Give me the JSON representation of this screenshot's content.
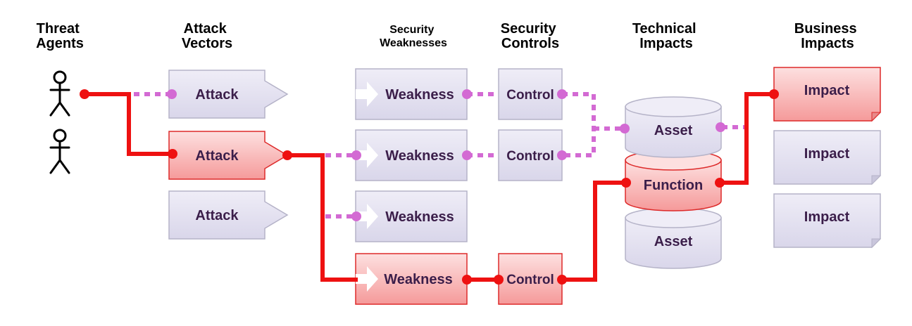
{
  "columns": {
    "threat_agents": [
      "Threat",
      "Agents"
    ],
    "attack_vectors": [
      "Attack",
      "Vectors"
    ],
    "security_weaknesses": [
      "Security",
      "Weaknesses"
    ],
    "security_controls": [
      "Security",
      "Controls"
    ],
    "technical_impacts": [
      "Technical",
      "Impacts"
    ],
    "business_impacts": [
      "Business",
      "Impacts"
    ]
  },
  "attacks": [
    {
      "label": "Attack",
      "active": false
    },
    {
      "label": "Attack",
      "active": true
    },
    {
      "label": "Attack",
      "active": false
    }
  ],
  "weaknesses": [
    {
      "label": "Weakness",
      "active": false
    },
    {
      "label": "Weakness",
      "active": false
    },
    {
      "label": "Weakness",
      "active": false
    },
    {
      "label": "Weakness",
      "active": true
    }
  ],
  "controls": [
    {
      "label": "Control",
      "active": false
    },
    {
      "label": "Control",
      "active": false
    },
    {
      "label": "Control",
      "active": true
    }
  ],
  "technical": [
    {
      "label": "Asset",
      "active": false
    },
    {
      "label": "Function",
      "active": true
    },
    {
      "label": "Asset",
      "active": false
    }
  ],
  "impacts": [
    {
      "label": "Impact",
      "active": true
    },
    {
      "label": "Impact",
      "active": false
    },
    {
      "label": "Impact",
      "active": false
    }
  ],
  "colors": {
    "attack_path": "#ee1111",
    "potential_path": "#d36ad3",
    "box_fill": "#e3e1f0",
    "box_border": "#b5b3c8",
    "active_fill": "#f9b7b7",
    "active_border": "#dd2a2a",
    "label_text": "#3b1e4a"
  }
}
